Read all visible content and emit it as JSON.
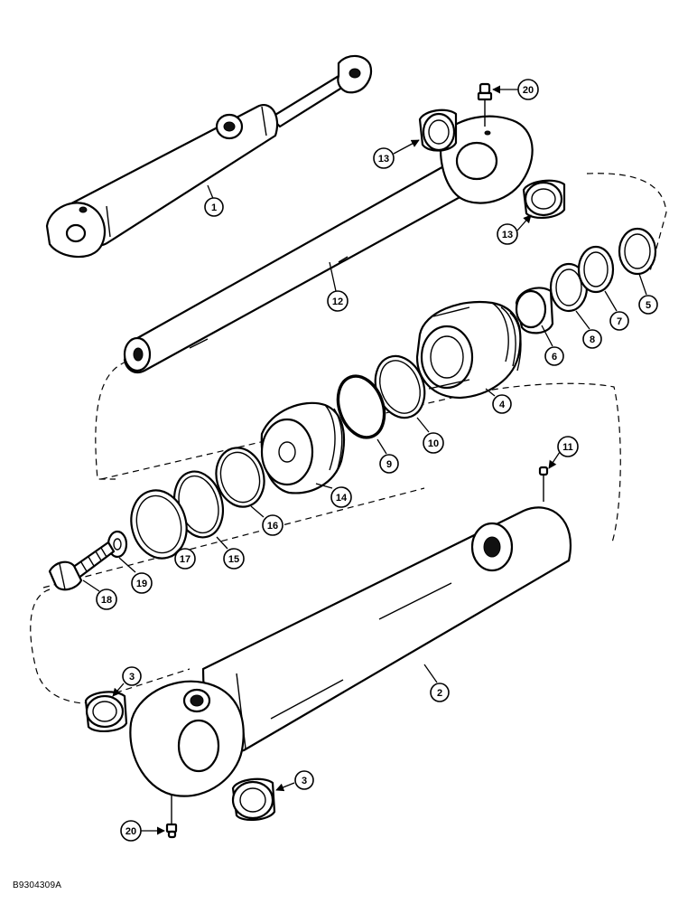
{
  "figure_id": "B9304309A",
  "callouts": {
    "c1": "1",
    "c2": "2",
    "c3a": "3",
    "c3b": "3",
    "c4": "4",
    "c5": "5",
    "c6": "6",
    "c7": "7",
    "c8": "8",
    "c9": "9",
    "c10": "10",
    "c11": "11",
    "c12": "12",
    "c13a": "13",
    "c13b": "13",
    "c14": "14",
    "c15": "15",
    "c16": "16",
    "c17": "17",
    "c18": "18",
    "c19": "19",
    "c20a": "20",
    "c20b": "20"
  }
}
